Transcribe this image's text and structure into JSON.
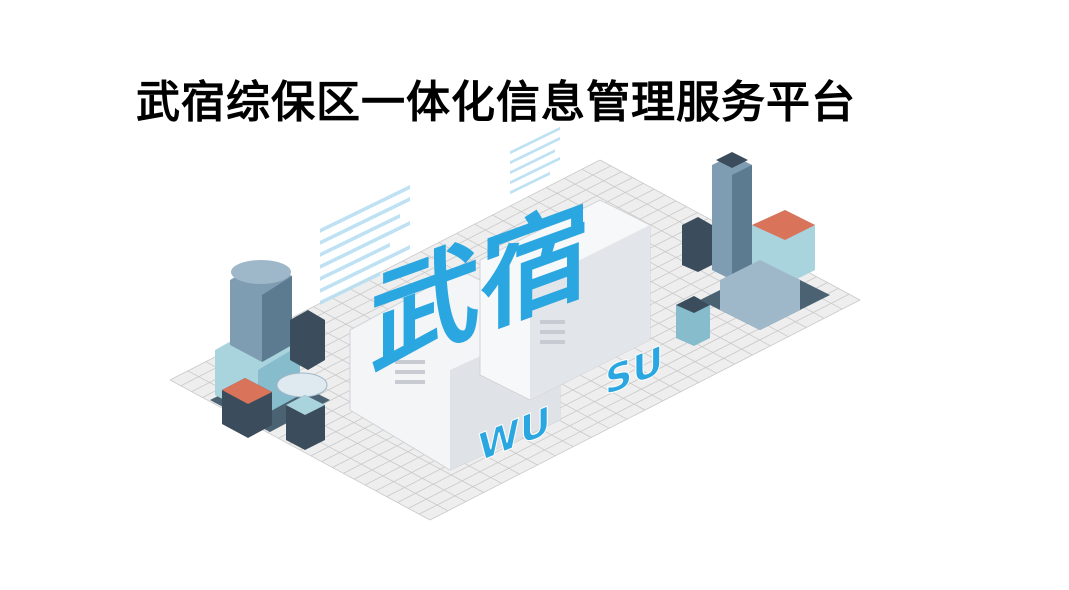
{
  "slide": {
    "title": "武宿综保区一体化信息管理服务平台",
    "illustration": {
      "main_characters": "武宿",
      "letters_left": "WU",
      "letters_right": "SU"
    }
  },
  "colors": {
    "title": "#2aa7e1",
    "accent_blue": "#2aa7e1",
    "building_slate": "#6f8da3",
    "building_dark": "#3b4d5c",
    "building_glass": "#a9d3dd",
    "roof_orange": "#d9735a",
    "grid_fill": "#eeeeee",
    "grid_line": "#c9c9c9"
  }
}
